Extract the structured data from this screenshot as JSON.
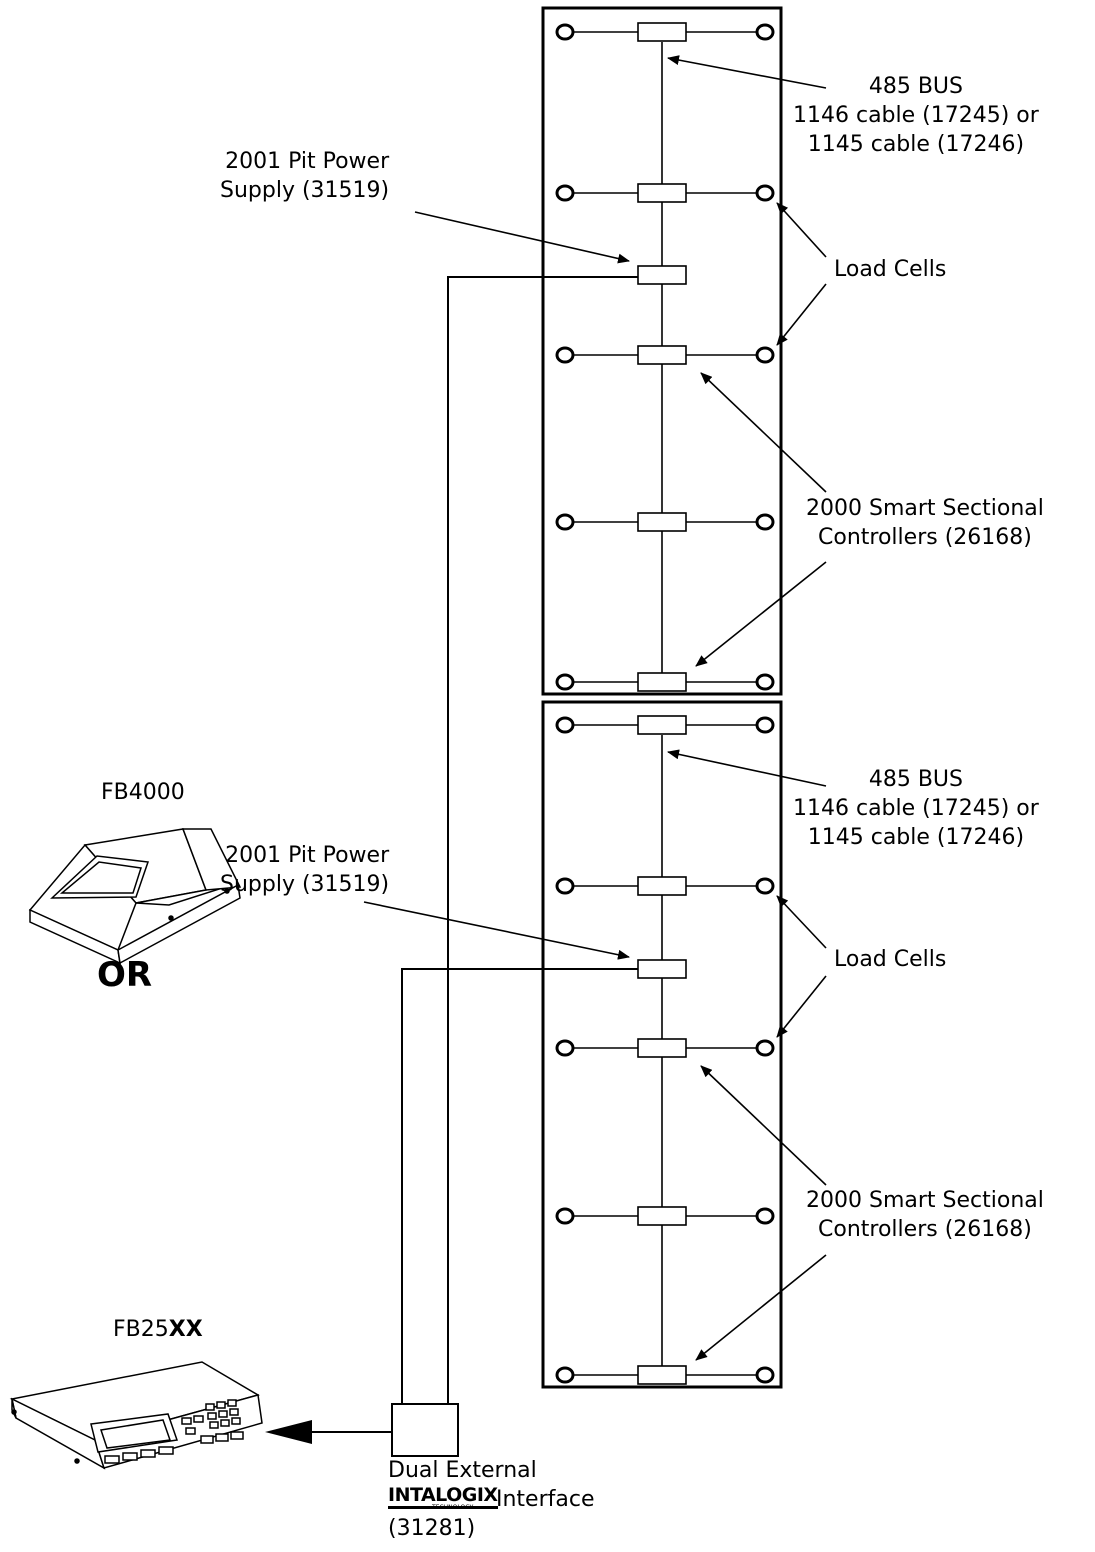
{
  "colors": {
    "line": "#000000",
    "background": "#ffffff"
  },
  "top_section": {
    "bus_label": [
      "485 BUS",
      "1146 cable (17245) or",
      "1145 cable (17246)"
    ],
    "power_supply_label": [
      "2001 Pit Power",
      "Supply (31519)"
    ],
    "load_cells_label": "Load Cells",
    "controllers_label": [
      "2000 Smart Sectional",
      "Controllers (26168)"
    ]
  },
  "bottom_section": {
    "bus_label": [
      "485 BUS",
      "1146 cable (17245) or",
      "1145 cable (17246)"
    ],
    "power_supply_label": [
      "2001 Pit Power",
      "Supply (31519)"
    ],
    "load_cells_label": "Load Cells",
    "controllers_label": [
      "2000 Smart Sectional",
      "Controllers (26168)"
    ]
  },
  "devices": {
    "indicator_a_label": "FB4000",
    "or_label": "OR",
    "indicator_b_label_prefix": "FB25",
    "indicator_b_label_suffix": "XX"
  },
  "interface": {
    "line1": "Dual External",
    "brand_logo": "INTALOGIX",
    "brand_sub": "TECHNOLOGY",
    "line2_suffix": "Interface",
    "part_number": "(31281)"
  }
}
